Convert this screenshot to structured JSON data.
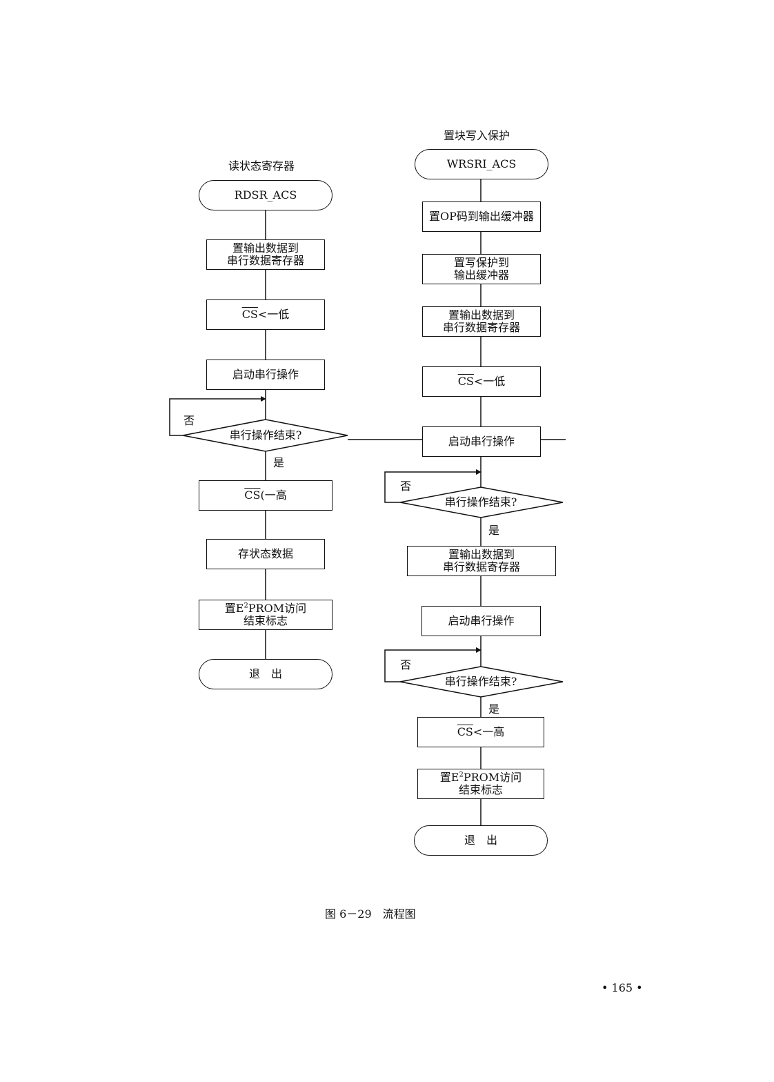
{
  "left_title": "读状态寄存器",
  "right_title": "置块写入保护",
  "left": {
    "start": "RDSR_ACS",
    "n1": "置输出数据到\n串行数据寄存器",
    "cs_low": "<一低",
    "start_serial": "启动串行操作",
    "decision": "串行操作结束?",
    "no": "否",
    "yes": "是",
    "cs_high": "(一高",
    "store": "存状态数据",
    "flag_pre": "置E",
    "flag_sup": "2",
    "flag_post": "PROM访问\n结束标志",
    "exit": "退　出"
  },
  "right": {
    "start": "WRSRI_ACS",
    "n1": "置OP码到输出缓冲器",
    "n2": "置写保护到\n输出缓冲器",
    "n3": "置输出数据到\n串行数据寄存器",
    "cs_low": "<一低",
    "start_serial_1": "启动串行操作",
    "decision_1": "串行操作结束?",
    "no_1": "否",
    "yes_1": "是",
    "n4": "置输出数据到\n串行数据寄存器",
    "start_serial_2": "启动串行操作",
    "decision_2": "串行操作结束?",
    "no_2": "否",
    "yes_2": "是",
    "cs_high": "<一高",
    "flag_pre": "置E",
    "flag_sup": "2",
    "flag_post": "PROM访问\n结束标志",
    "exit": "退　出"
  },
  "cs_label": "CS",
  "caption": "图 6－29　流程图",
  "page_number": "• 165 •"
}
